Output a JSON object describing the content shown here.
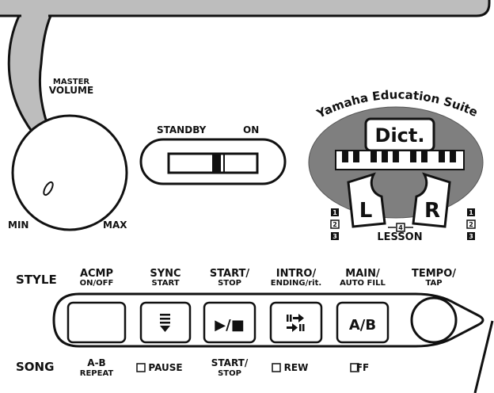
{
  "volume": {
    "title_line1": "MASTER",
    "title_line2": "VOLUME",
    "min_label": "MIN",
    "max_label": "MAX"
  },
  "power": {
    "standby_label": "STANDBY",
    "on_label": "ON"
  },
  "education": {
    "suite_title": "Yamaha Education Suite",
    "dict_label": "Dict.",
    "left_hand_label": "L",
    "right_hand_label": "R",
    "lesson_label": "LESSON",
    "lesson_numbers_left": [
      "1",
      "2",
      "3"
    ],
    "lesson_numbers_right": [
      "1",
      "2",
      "3"
    ],
    "lesson_center_number": "4"
  },
  "panel": {
    "style_label": "STYLE",
    "song_label": "SONG",
    "buttons": [
      {
        "top_line1": "ACMP",
        "top_line2": "ON/OFF",
        "bottom_line1": "A-B",
        "bottom_line2": "REPEAT",
        "face_symbol": ""
      },
      {
        "top_line1": "SYNC",
        "top_line2": "START",
        "bottom_line1": "PAUSE",
        "bottom_line2": "",
        "face_symbol": ""
      },
      {
        "top_line1": "START/",
        "top_line2": "STOP",
        "bottom_line1": "START/",
        "bottom_line2": "STOP",
        "face_symbol": "▶/■"
      },
      {
        "top_line1": "INTRO/",
        "top_line2": "ENDING/rit.",
        "bottom_line1": "REW",
        "bottom_line2": "",
        "face_symbol": ""
      },
      {
        "top_line1": "MAIN/",
        "top_line2": "AUTO FILL",
        "bottom_line1": "FF",
        "bottom_line2": "",
        "face_symbol": "A/B"
      }
    ],
    "tempo_line1": "TEMPO/",
    "tempo_line2": "TAP"
  }
}
